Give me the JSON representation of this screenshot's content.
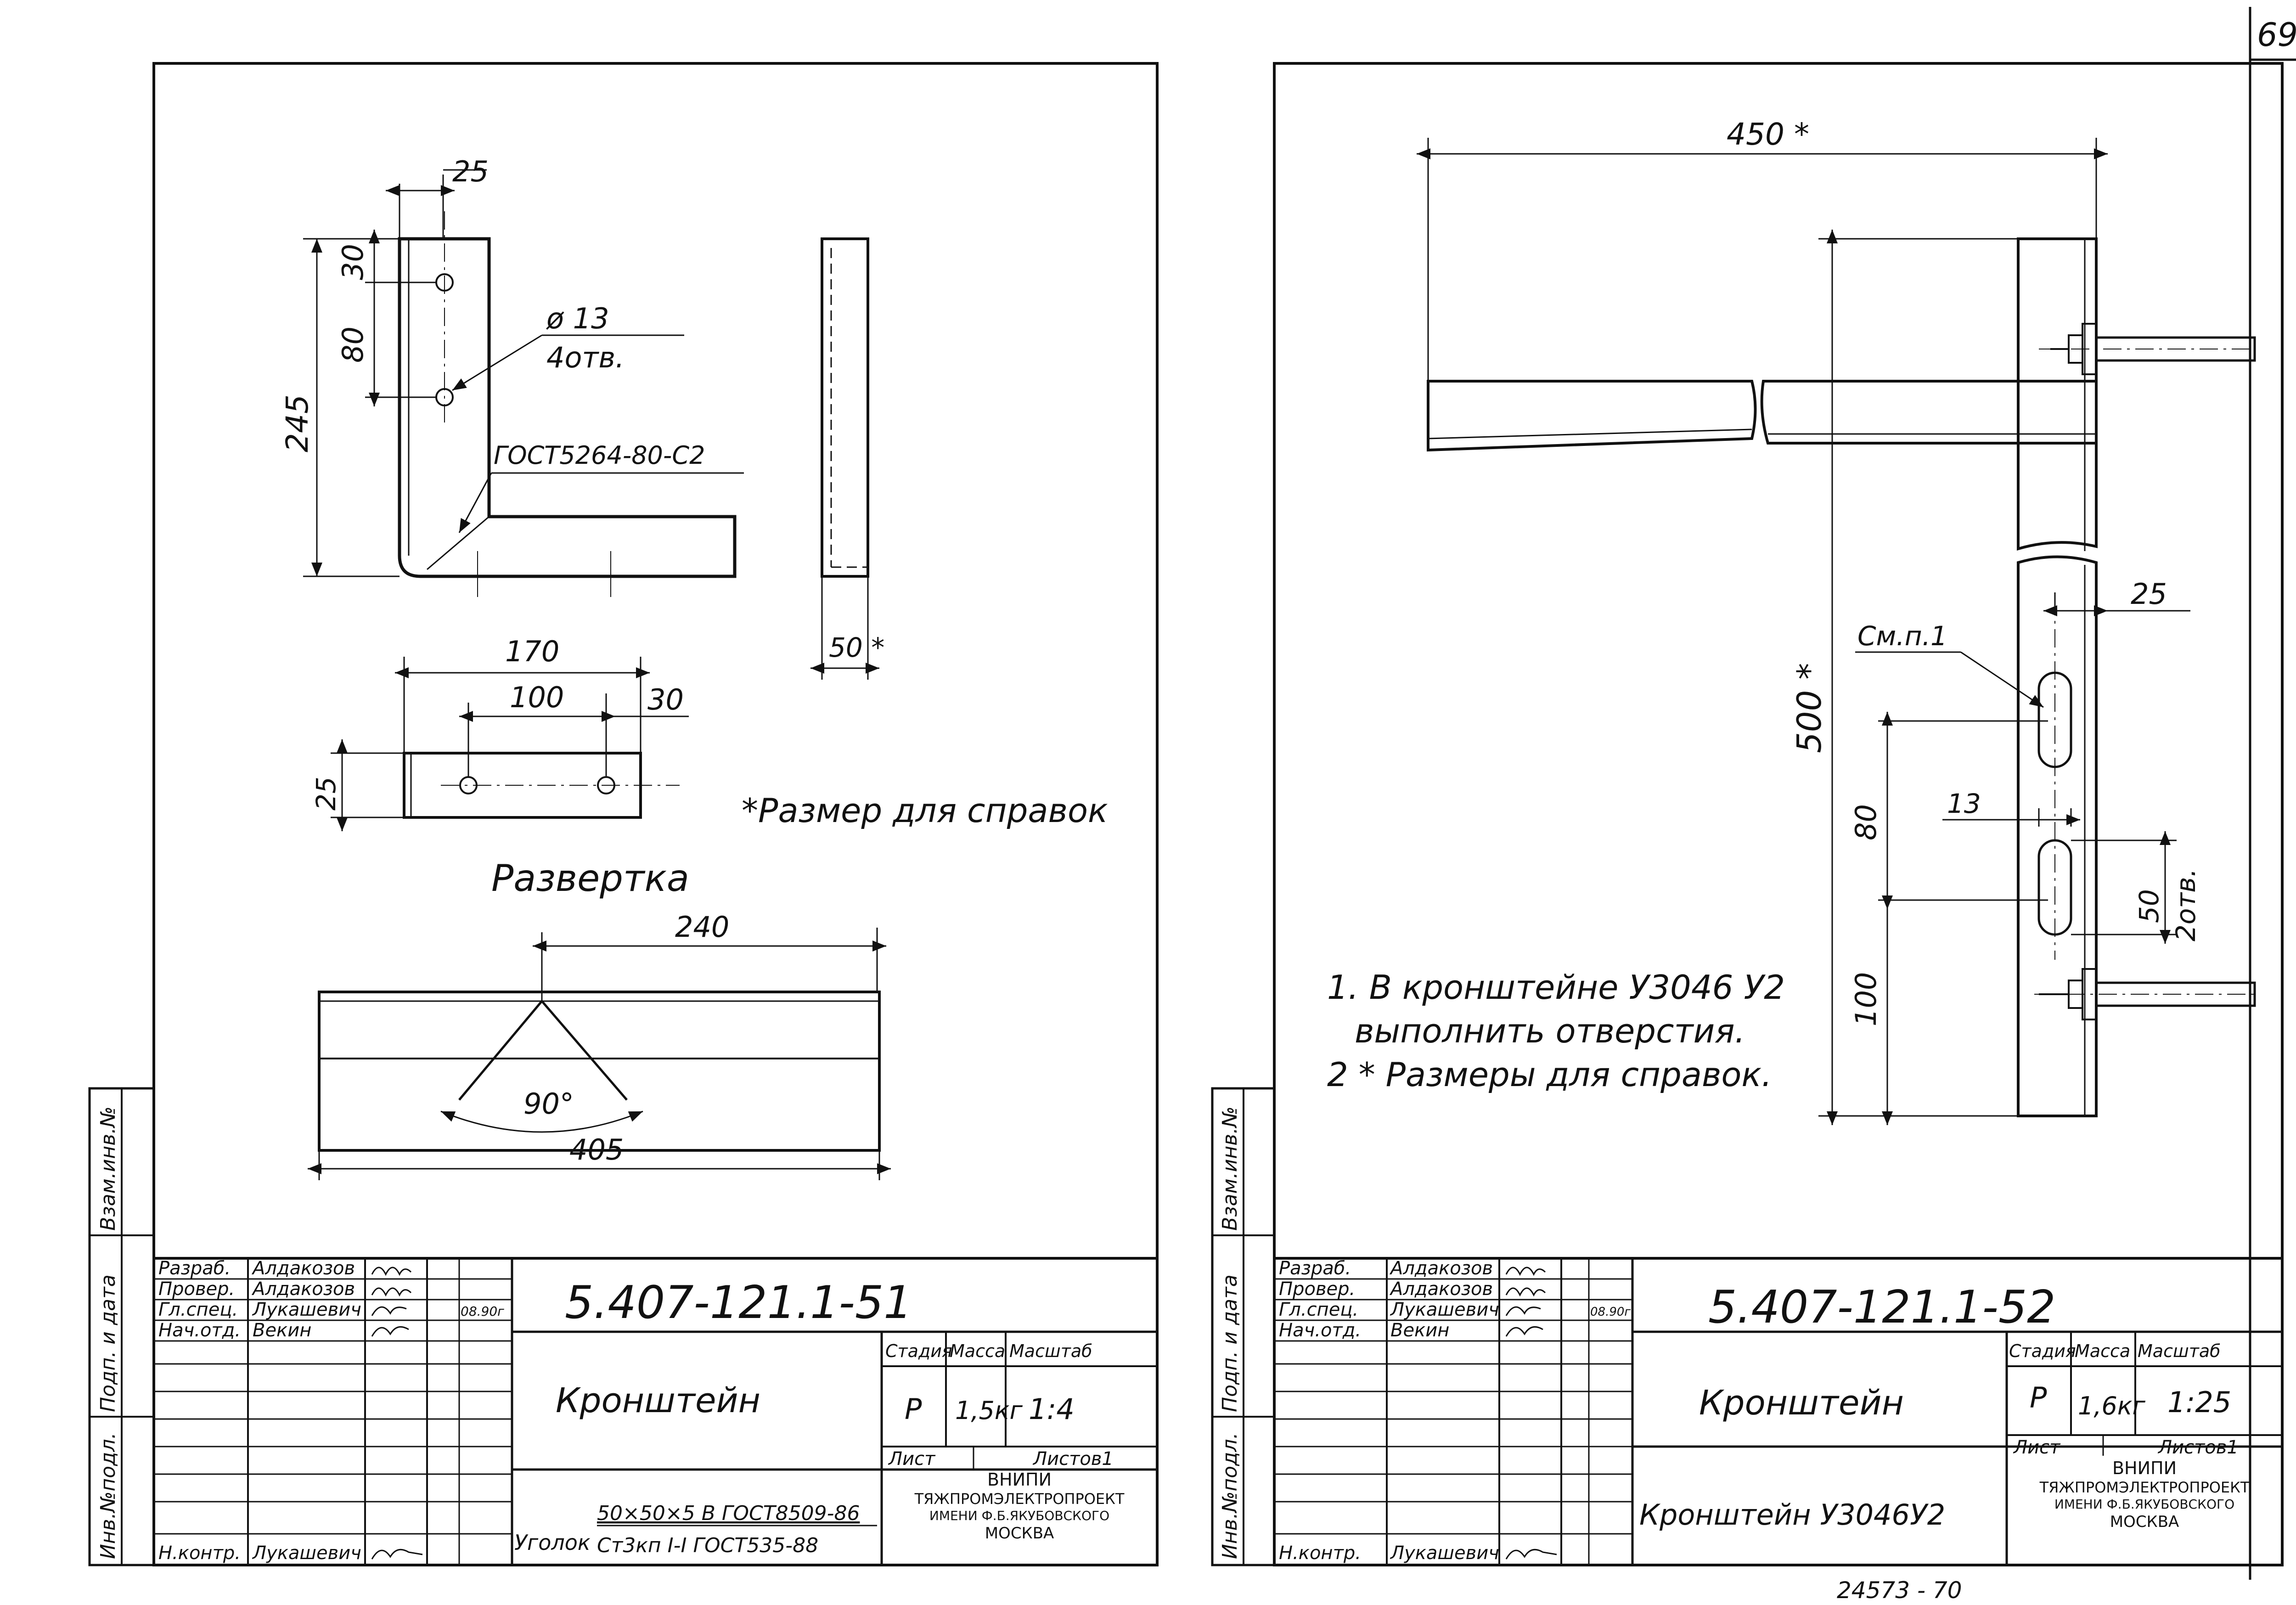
{
  "page_number": "69",
  "sheet_left": {
    "dims": {
      "leg_thickness": "25",
      "hole_top": "30",
      "hole_spacing": "80",
      "height": "245",
      "hole_callout_diam": "ø 13",
      "hole_callout_count": "4отв.",
      "bend_standard": "ГОСТ5264-80-С2",
      "width_ref": "50 *",
      "plan_length": "170",
      "plan_spacing": "100",
      "plan_end": "30",
      "plan_width": "25",
      "unfold_half": "240",
      "unfold_angle": "90°",
      "unfold_total": "405"
    },
    "note_reference": "*Размер для справок",
    "unfold_title": "Развертка",
    "title_block": {
      "designation": "5.407-121.1-51",
      "name": "Кронштейн",
      "col_stage": "Стадия",
      "col_mass": "Масса",
      "col_scale": "Масштаб",
      "stage": "Р",
      "mass": "1,5кг",
      "scale": "1:4",
      "sheet": "Лист",
      "sheets": "Листов1",
      "org": [
        "ВНИПИ",
        "ТЯЖПРОМЭЛЕКТРОПРОЕКТ",
        "ИМЕНИ Ф.Б.ЯКУБОВСКОГО",
        "МОСКВА"
      ],
      "material_prefix": "Уголок",
      "material_top": "50×50×5 В ГОСТ8509-86",
      "material_bottom": "Ст3кп I-I ГОСТ535-88",
      "roles": [
        {
          "role": "Разраб.",
          "name": "Алдакозов"
        },
        {
          "role": "Провер.",
          "name": "Алдакозов"
        },
        {
          "role": "Гл.спец.",
          "name": "Лукашевич"
        },
        {
          "role": "Нач.отд.",
          "name": "Векин"
        }
      ],
      "date": "08.90г",
      "nkontr_role": "Н.контр.",
      "nkontr_name": "Лукашевич"
    },
    "side_stamp": [
      "Инв.№подл.",
      "Подп. и дата",
      "Взам.инв.№"
    ]
  },
  "sheet_right": {
    "dims": {
      "top_length": "450 *",
      "height": "500 *",
      "slot_width": "25",
      "see_note": "См.п.1",
      "slot_spacing": "80",
      "hole_diam": "13",
      "slot_length": "50",
      "slot_count": "2отв.",
      "bottom_offset": "100"
    },
    "notes": [
      "1. В кронштейне У3046 У2",
      "выполнить отверстия.",
      "2 * Размеры для справок."
    ],
    "title_block": {
      "designation": "5.407-121.1-52",
      "name": "Кронштейн",
      "col_stage": "Стадия",
      "col_mass": "Масса",
      "col_scale": "Масштаб",
      "stage": "Р",
      "mass": "1,6кг",
      "scale": "1:25",
      "sheet": "Лист",
      "sheets": "Листов1",
      "org": [
        "ВНИПИ",
        "ТЯЖПРОМЭЛЕКТРОПРОЕКТ",
        "ИМЕНИ Ф.Б.ЯКУБОВСКОГО",
        "МОСКВА"
      ],
      "material": "Кронштейн У3046У2",
      "roles": [
        {
          "role": "Разраб.",
          "name": "Алдакозов"
        },
        {
          "role": "Провер.",
          "name": "Алдакозов"
        },
        {
          "role": "Гл.спец.",
          "name": "Лукашевич"
        },
        {
          "role": "Нач.отд.",
          "name": "Векин"
        }
      ],
      "date": "08.90г",
      "nkontr_role": "Н.контр.",
      "nkontr_name": "Лукашевич"
    },
    "side_stamp": [
      "Инв.№подл.",
      "Подп. и дата",
      "Взам.инв.№"
    ]
  },
  "footer_number": "24573 - 70"
}
